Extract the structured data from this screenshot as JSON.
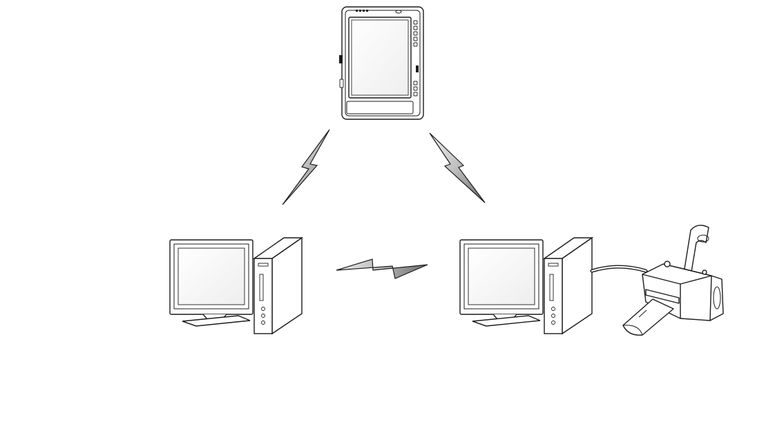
{
  "diagram": {
    "nodes": [
      {
        "id": "tablet-pc",
        "icon": "tablet-computer-icon"
      },
      {
        "id": "desktop-left",
        "icon": "desktop-computer-icon"
      },
      {
        "id": "desktop-right",
        "icon": "desktop-computer-icon"
      },
      {
        "id": "printer",
        "icon": "inkjet-printer-icon"
      }
    ],
    "links": [
      {
        "from": "tablet-pc",
        "to": "desktop-left",
        "kind": "wireless",
        "icon": "lightning-bolt-icon"
      },
      {
        "from": "tablet-pc",
        "to": "desktop-right",
        "kind": "wireless",
        "icon": "lightning-bolt-icon"
      },
      {
        "from": "desktop-left",
        "to": "desktop-right",
        "kind": "wireless",
        "icon": "lightning-bolt-icon"
      },
      {
        "from": "desktop-right",
        "to": "printer",
        "kind": "cable",
        "icon": "cable-icon"
      }
    ],
    "colors": {
      "line": "#1a1a1a",
      "background": "#ffffff",
      "bolt_light": "#f2f2f2",
      "bolt_dark": "#6e6e6e"
    }
  }
}
